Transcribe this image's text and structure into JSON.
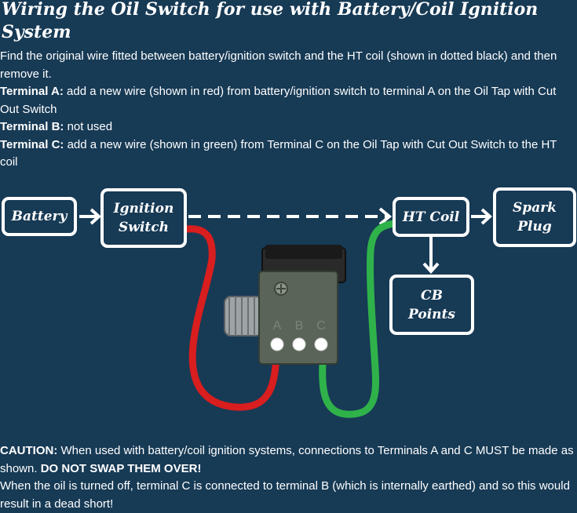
{
  "title": "Wiring the Oil Switch for use with Battery/Coil Ignition System",
  "intro": {
    "line1": "Find the original wire fitted between battery/ignition switch and the HT coil (shown in dotted black) and then remove it.",
    "terminal_a_label": "Terminal A:",
    "terminal_a_text": " add a new wire (shown in red) from battery/ignition switch to terminal A on the Oil Tap with Cut Out Switch",
    "terminal_b_label": "Terminal B:",
    "terminal_b_text": " not used",
    "terminal_c_label": "Terminal C:",
    "terminal_c_text": " add a new wire (shown in green) from Terminal C on the Oil Tap with Cut Out Switch to the HT coil"
  },
  "diagram": {
    "battery": "Battery",
    "ignition_switch": "Ignition Switch",
    "ht_coil": "HT Coil",
    "spark_plug": "Spark Plug",
    "cb_points": "CB Points",
    "terminals": [
      "A",
      "B",
      "C"
    ],
    "colors": {
      "red_wire": "#d81e1e",
      "green_wire": "#2fb24a",
      "box_border": "#ffffff",
      "background": "#173a55"
    }
  },
  "caution": {
    "label": "CAUTION:",
    "text1": " When used with  battery/coil ignition systems, connections to Terminals A and C MUST be made as shown. ",
    "emphasis": "DO NOT SWAP THEM OVER!",
    "text2": "When the oil is turned off, terminal C is connected to terminal B (which is internally earthed) and so this would result in a dead short!"
  }
}
